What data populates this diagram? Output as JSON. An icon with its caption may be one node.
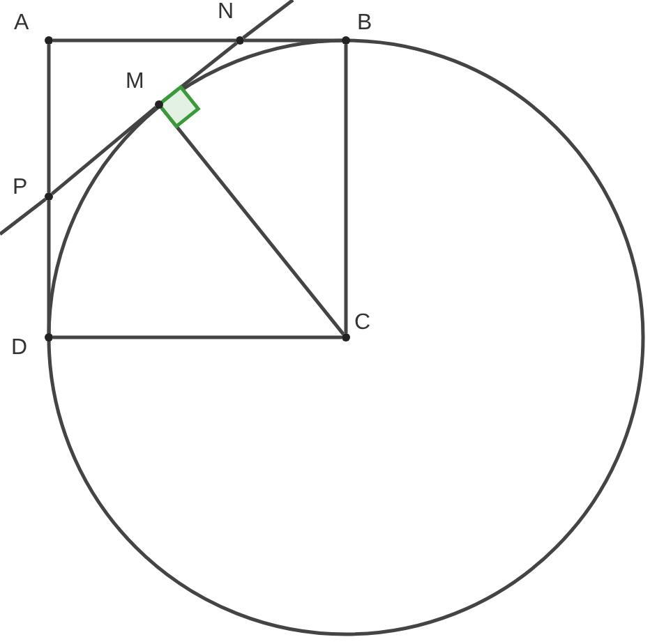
{
  "diagram": {
    "nodes": [
      {
        "text": [
          "A"
        ]
      },
      {
        "text": [
          "N"
        ]
      },
      {
        "text": [
          "B"
        ]
      },
      {
        "text": [
          "M"
        ]
      },
      {
        "text": [
          "P"
        ]
      },
      {
        "text": [
          "D"
        ]
      },
      {
        "text": [
          "C"
        ]
      }
    ],
    "edges": [
      {
        "from": 0,
        "to": 1,
        "arrow": "none"
      },
      {
        "from": 1,
        "to": 2,
        "arrow": "none"
      },
      {
        "from": 0,
        "to": 4,
        "arrow": "none"
      },
      {
        "from": 4,
        "to": 5,
        "arrow": "none"
      },
      {
        "from": 2,
        "to": 6,
        "arrow": "none"
      },
      {
        "from": 5,
        "to": 6,
        "arrow": "none"
      },
      {
        "from": 3,
        "to": 6,
        "arrow": "none"
      },
      {
        "from": 4,
        "to": 3,
        "arrow": "none"
      },
      {
        "from": 3,
        "to": 1,
        "arrow": "none"
      },
      {
        "from": null,
        "to": 4,
        "arrow": "none"
      },
      {
        "from": 1,
        "to": null,
        "arrow": "none"
      }
    ]
  }
}
